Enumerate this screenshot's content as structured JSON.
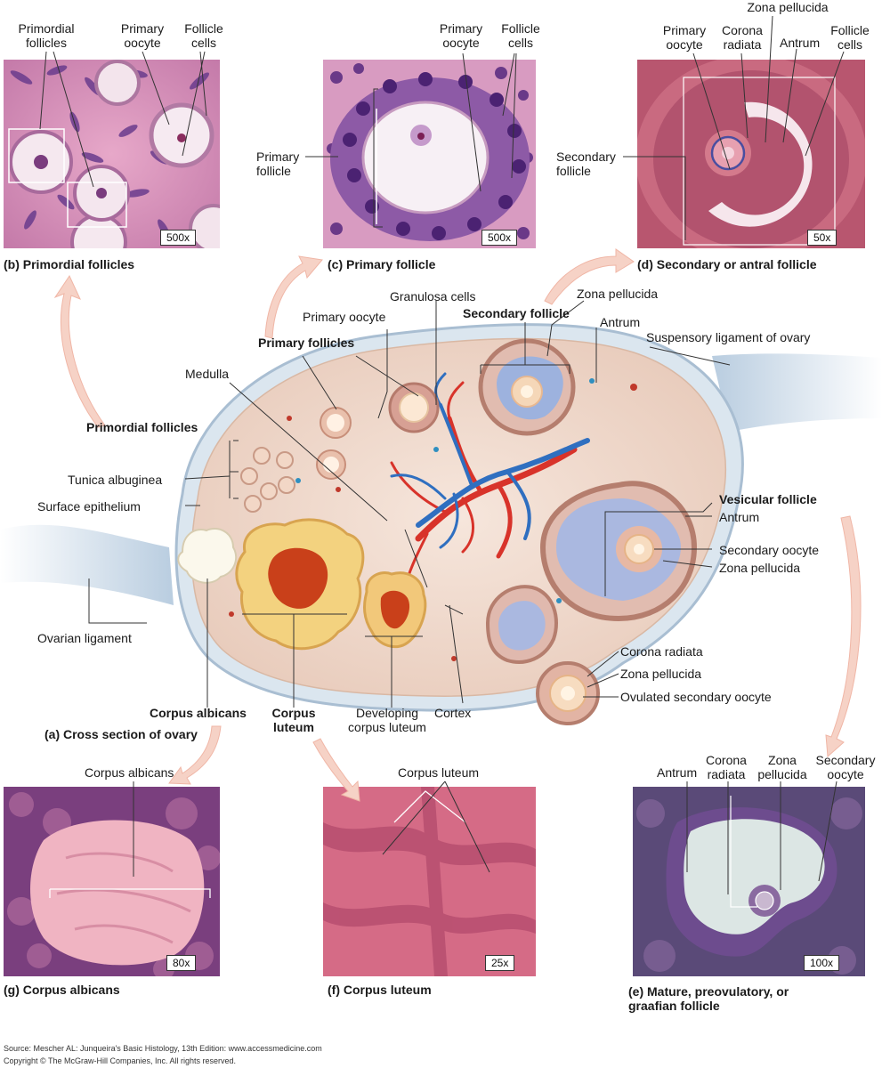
{
  "colors": {
    "histology_pink": "#e8a6c8",
    "histology_purple": "#6b3f8c",
    "vessel_red": "#d8332a",
    "vessel_blue": "#2f6fc0",
    "ovary_tissue": "#f1ddd0",
    "follicle_fluid": "#aab8e0",
    "arrow_pink": "#f3c9bd"
  },
  "panels": {
    "b": {
      "caption": "(b) Primordial follicles",
      "magnification": "500x",
      "labels": {
        "primordial": "Primordial\nfollicles",
        "oocyte": "Primary\noocyte",
        "follicle_cells": "Follicle\ncells"
      }
    },
    "c": {
      "caption": "(c) Primary follicle",
      "magnification": "500x",
      "labels": {
        "primary_follicle": "Primary\nfollicle",
        "oocyte": "Primary\noocyte",
        "follicle_cells": "Follicle\ncells"
      }
    },
    "d": {
      "caption": "(d) Secondary or antral follicle",
      "magnification": "50x",
      "labels": {
        "oocyte": "Primary\noocyte",
        "corona": "Corona\nradiata",
        "zona": "Zona pellucida",
        "antrum": "Antrum",
        "follicle_cells": "Follicle\ncells",
        "secondary": "Secondary\nfollicle"
      }
    },
    "g": {
      "caption": "(g) Corpus albicans",
      "magnification": "80x",
      "labels": {
        "corpus_albicans": "Corpus albicans"
      }
    },
    "f": {
      "caption": "(f) Corpus luteum",
      "magnification": "25x",
      "labels": {
        "corpus_luteum": "Corpus luteum"
      }
    },
    "e": {
      "caption": "(e) Mature, preovulatory, or\ngraafian follicle",
      "magnification": "100x",
      "labels": {
        "antrum": "Antrum",
        "corona": "Corona\nradiata",
        "zona": "Zona\npellucida",
        "secondary": "Secondary\noocyte"
      }
    }
  },
  "ovary": {
    "caption": "(a) Cross section of ovary",
    "labels": {
      "granulosa": "Granulosa cells",
      "primary_oocyte": "Primary oocyte",
      "secondary_follicle": "Secondary follicle",
      "zona_pellucida_top": "Zona pellucida",
      "antrum_top": "Antrum",
      "suspensory": "Suspensory ligament of ovary",
      "primary_follicles": "Primary follicles",
      "medulla": "Medulla",
      "primordial_follicles": "Primordial follicles",
      "tunica": "Tunica albuginea",
      "surface_epithelium": "Surface epithelium",
      "vesicular": "Vesicular follicle",
      "antrum_right": "Antrum",
      "secondary_oocyte": "Secondary oocyte",
      "zona_pellucida_right": "Zona pellucida",
      "ovarian_ligament": "Ovarian ligament",
      "corona_radiata": "Corona radiata",
      "zona_pellucida_bottom": "Zona pellucida",
      "ovulated": "Ovulated secondary oocyte",
      "corpus_albicans": "Corpus albicans",
      "corpus_luteum": "Corpus\nluteum",
      "developing": "Developing\ncorpus luteum",
      "cortex": "Cortex"
    }
  },
  "source": {
    "line1": "Source: Mescher AL: Junqueira's Basic Histology, 13th Edition: www.accessmedicine.com",
    "line2": "Copyright © The McGraw-Hill Companies, Inc. All rights reserved."
  }
}
